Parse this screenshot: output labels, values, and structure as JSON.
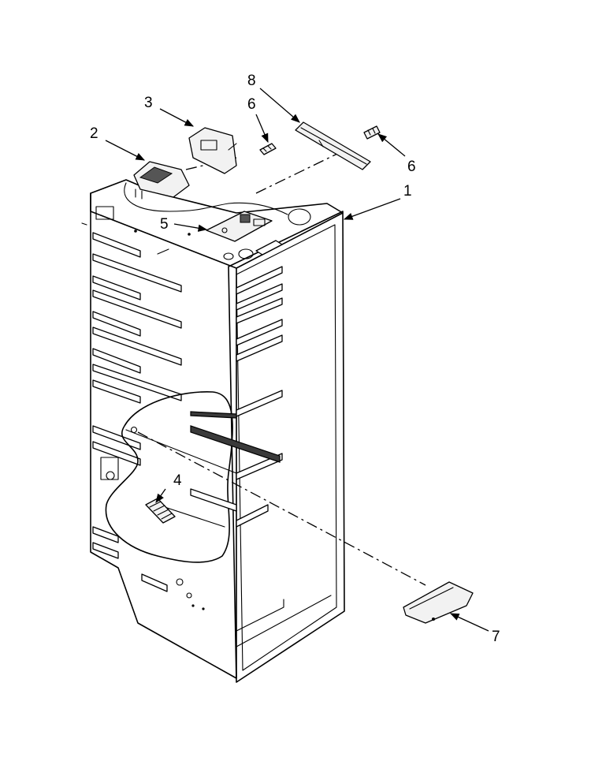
{
  "callouts": [
    {
      "id": "1",
      "label": "1"
    },
    {
      "id": "2",
      "label": "2"
    },
    {
      "id": "3",
      "label": "3"
    },
    {
      "id": "4",
      "label": "4"
    },
    {
      "id": "5",
      "label": "5"
    },
    {
      "id": "6a",
      "label": "6"
    },
    {
      "id": "6b",
      "label": "6"
    },
    {
      "id": "7",
      "label": "7"
    },
    {
      "id": "8",
      "label": "8"
    }
  ]
}
